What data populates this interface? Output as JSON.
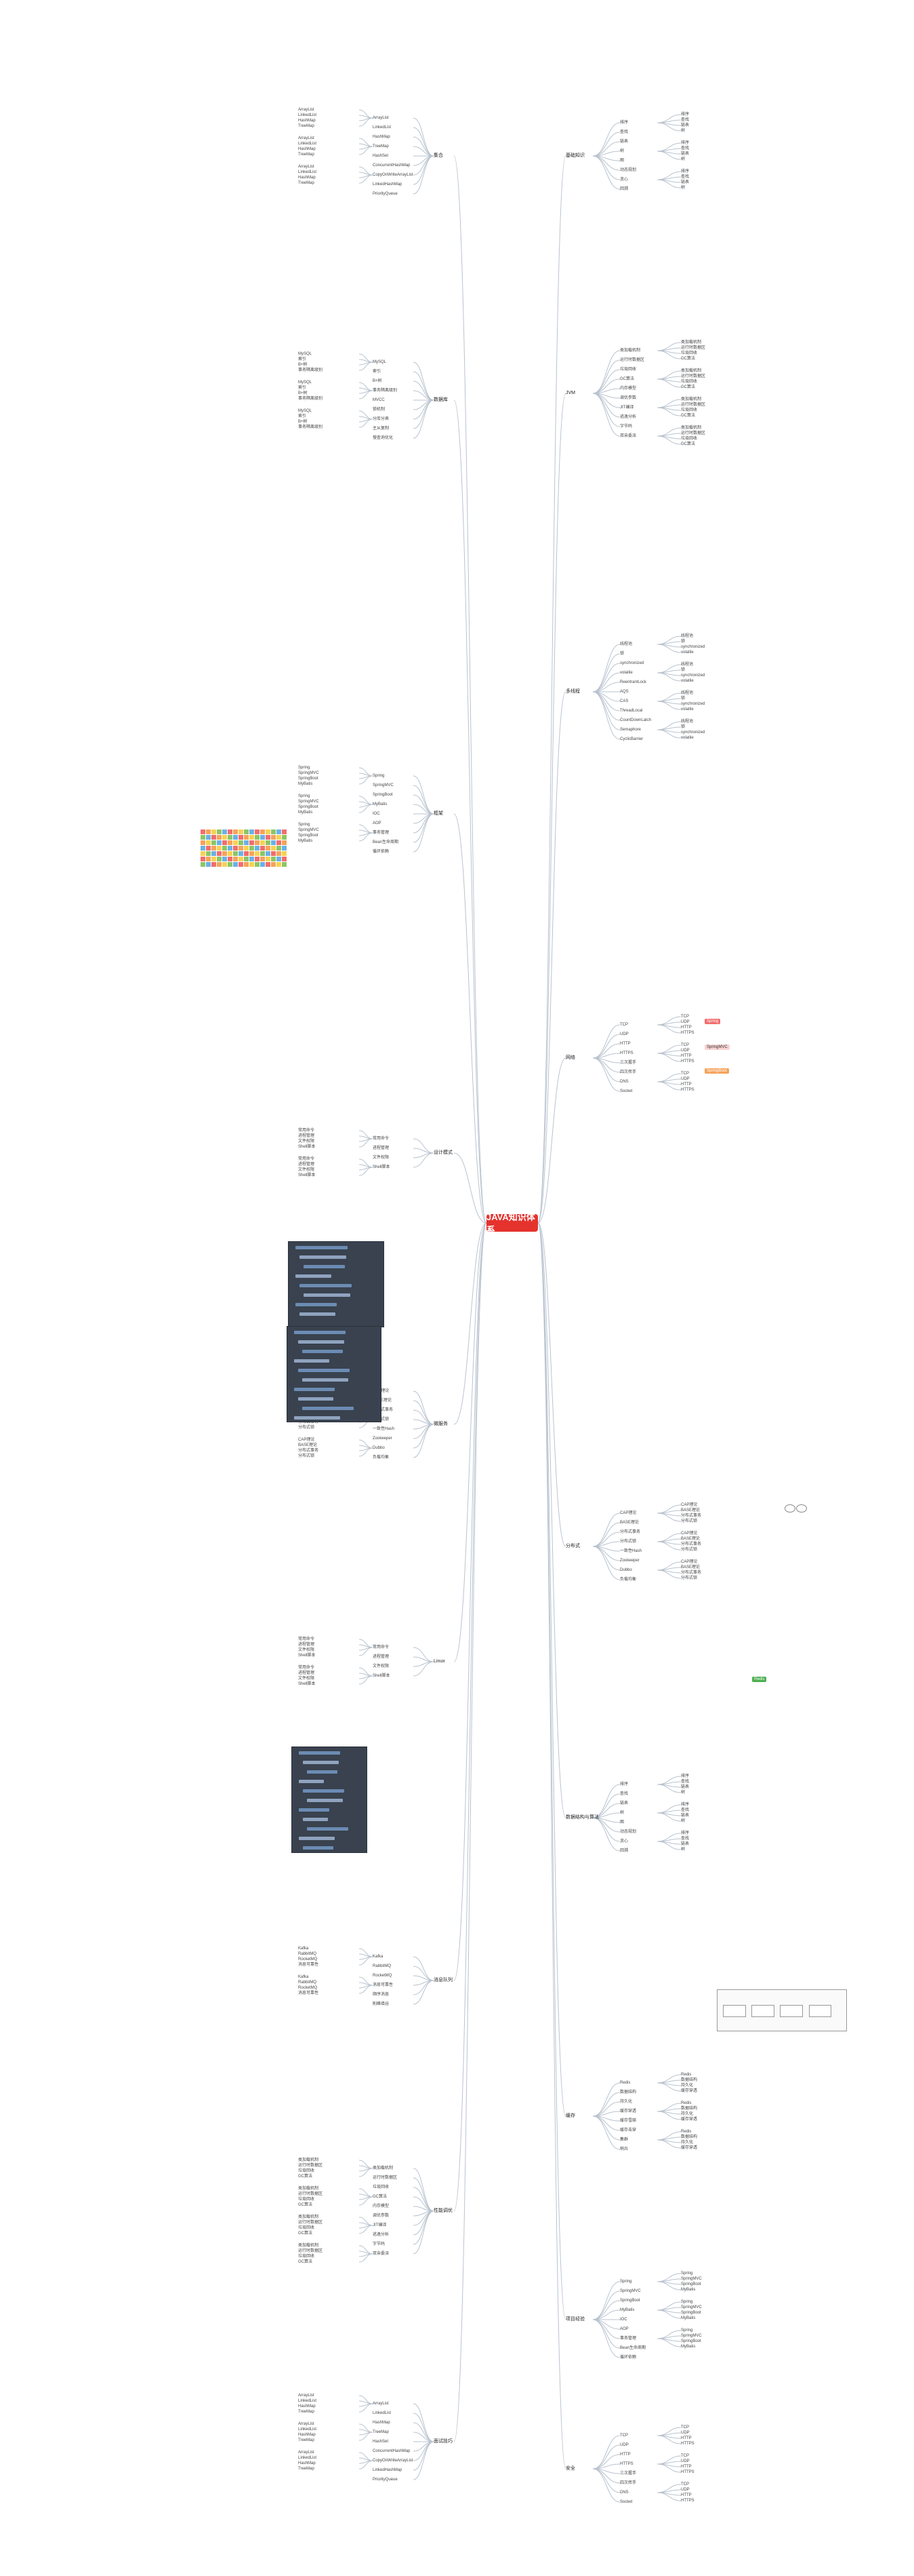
{
  "root": {
    "label": "JAVA知识体系"
  },
  "branches": [
    {
      "label": "基础知识"
    },
    {
      "label": "集合"
    },
    {
      "label": "JVM"
    },
    {
      "label": "数据库"
    },
    {
      "label": "多线程"
    },
    {
      "label": "框架"
    },
    {
      "label": "网络"
    },
    {
      "label": "设计模式"
    },
    {
      "label": "分布式"
    },
    {
      "label": "微服务"
    },
    {
      "label": "数据结构与算法"
    },
    {
      "label": "Linux"
    },
    {
      "label": "缓存"
    },
    {
      "label": "消息队列"
    },
    {
      "label": "项目经验"
    },
    {
      "label": "性能调优"
    },
    {
      "label": "安全"
    },
    {
      "label": "面试技巧"
    }
  ],
  "leaves": {
    "jvm": [
      "类加载机制",
      "运行时数据区",
      "垃圾回收",
      "GC算法",
      "内存模型",
      "调优参数",
      "JIT编译",
      "逃逸分析",
      "字节码",
      "双亲委派"
    ],
    "collections": [
      "ArrayList",
      "LinkedList",
      "HashMap",
      "TreeMap",
      "HashSet",
      "ConcurrentHashMap",
      "CopyOnWriteArrayList",
      "LinkedHashMap",
      "PriorityQueue"
    ],
    "threads": [
      "线程池",
      "锁",
      "synchronized",
      "volatile",
      "ReentrantLock",
      "AQS",
      "CAS",
      "ThreadLocal",
      "CountDownLatch",
      "Semaphore",
      "CyclicBarrier"
    ],
    "framework": [
      "Spring",
      "SpringMVC",
      "SpringBoot",
      "MyBatis",
      "IOC",
      "AOP",
      "事务管理",
      "Bean生命周期",
      "循环依赖"
    ],
    "database": [
      "MySQL",
      "索引",
      "B+树",
      "事务隔离级别",
      "MVCC",
      "锁机制",
      "分库分表",
      "主从复制",
      "慢查询优化"
    ],
    "network": [
      "TCP",
      "UDP",
      "HTTP",
      "HTTPS",
      "三次握手",
      "四次挥手",
      "DNS",
      "Socket"
    ],
    "distributed": [
      "CAP理论",
      "BASE理论",
      "分布式事务",
      "分布式锁",
      "一致性Hash",
      "Zookeeper",
      "Dubbo",
      "负载均衡"
    ],
    "cache": [
      "Redis",
      "数据结构",
      "持久化",
      "缓存穿透",
      "缓存雪崩",
      "缓存击穿",
      "集群",
      "哨兵"
    ],
    "mq": [
      "Kafka",
      "RabbitMQ",
      "RocketMQ",
      "消息可靠性",
      "顺序消息",
      "削峰填谷"
    ],
    "linux": [
      "常用命令",
      "进程管理",
      "文件权限",
      "Shell脚本"
    ],
    "algo": [
      "排序",
      "查找",
      "链表",
      "树",
      "图",
      "动态规划",
      "贪心",
      "回溯"
    ]
  },
  "colors": {
    "root": "#e5322d",
    "link": "#b9c3cf",
    "highlight_green": "#4caf50",
    "highlight_red": "#f26d6d",
    "highlight_orange": "#f5a35b"
  }
}
